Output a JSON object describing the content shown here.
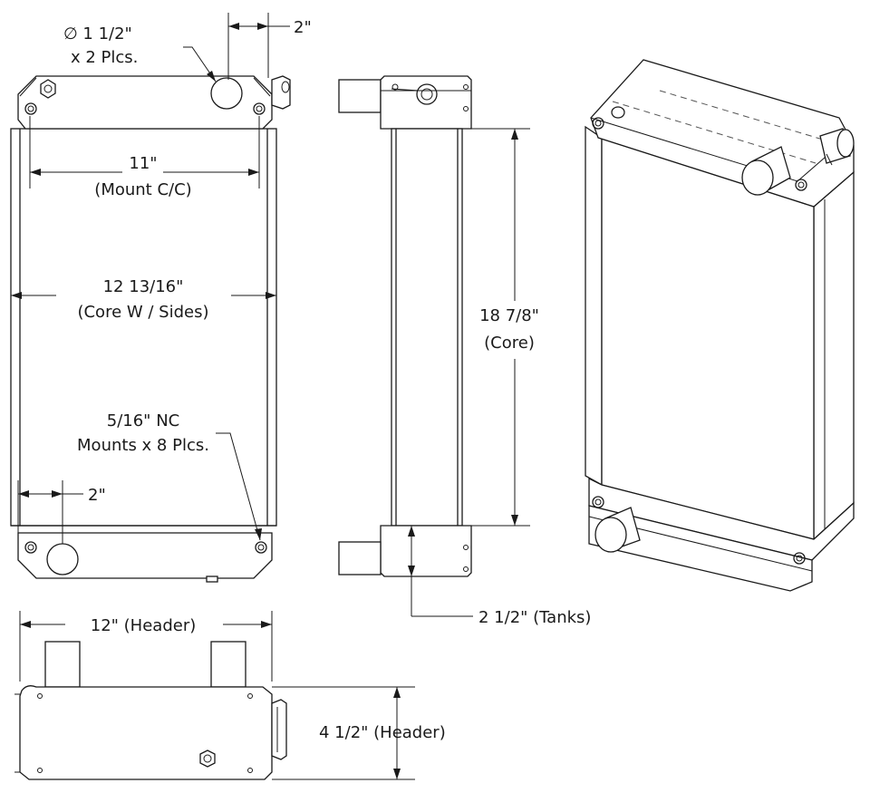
{
  "drawing": {
    "front_view": {
      "inlet_label_1": "∅ 1 1/2\"",
      "inlet_label_2": "x 2 Plcs.",
      "inlet_offset": "2\"",
      "mount_cc_1": "11\"",
      "mount_cc_2": "(Mount C/C)",
      "core_width_1": "12 13/16\"",
      "core_width_2": "(Core W / Sides)",
      "mounts_1": "5/16\" NC",
      "mounts_2": "Mounts x 8 Plcs.",
      "outlet_offset": "2\""
    },
    "side_view": {
      "core_height_1": "18 7/8\"",
      "core_height_2": "(Core)",
      "tanks": "2 1/2\" (Tanks)"
    },
    "top_view": {
      "header_width": "12\" (Header)",
      "header_depth": "4 1/2\" (Header)"
    }
  }
}
